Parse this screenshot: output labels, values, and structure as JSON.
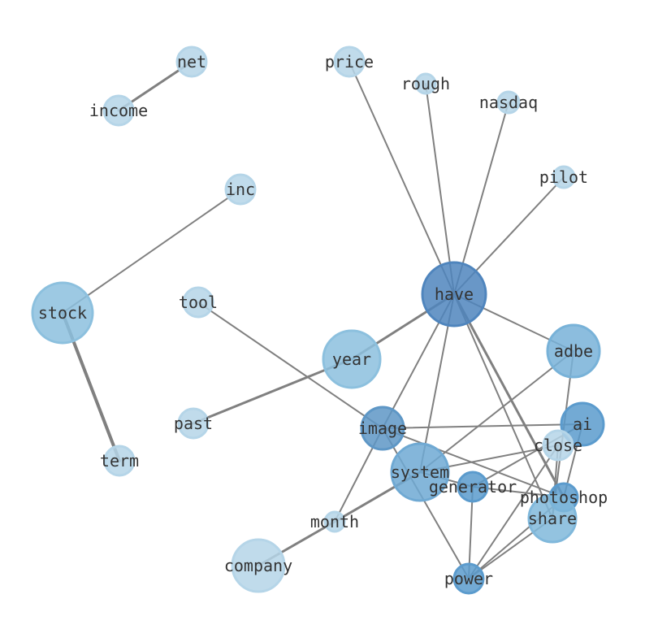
{
  "graph": {
    "nodes": [
      {
        "id": "net",
        "label": "net",
        "color": "#b5d5e8"
      },
      {
        "id": "income",
        "label": "income",
        "color": "#b5d5e8"
      },
      {
        "id": "price",
        "label": "price",
        "color": "#b5d5e8"
      },
      {
        "id": "rough",
        "label": "rough",
        "color": "#b5d5e8"
      },
      {
        "id": "nasdaq",
        "label": "nasdaq",
        "color": "#b5d5e8"
      },
      {
        "id": "pilot",
        "label": "pilot",
        "color": "#b5d5e8"
      },
      {
        "id": "inc",
        "label": "inc",
        "color": "#b5d5e8"
      },
      {
        "id": "stock",
        "label": "stock",
        "color": "#8cc0de"
      },
      {
        "id": "tool",
        "label": "tool",
        "color": "#b5d5e8"
      },
      {
        "id": "have",
        "label": "have",
        "color": "#4f85bd"
      },
      {
        "id": "year",
        "label": "year",
        "color": "#8cc0de"
      },
      {
        "id": "adbe",
        "label": "adbe",
        "color": "#78b2d8"
      },
      {
        "id": "past",
        "label": "past",
        "color": "#b5d5e8"
      },
      {
        "id": "image",
        "label": "image",
        "color": "#5e97c6"
      },
      {
        "id": "ai",
        "label": "ai",
        "color": "#5b9bcd"
      },
      {
        "id": "close",
        "label": "close",
        "color": "#b5d5e8"
      },
      {
        "id": "term",
        "label": "term",
        "color": "#b5d5e8"
      },
      {
        "id": "system",
        "label": "system",
        "color": "#6fa9d3"
      },
      {
        "id": "generator",
        "label": "generator",
        "color": "#5b9bcd"
      },
      {
        "id": "photoshop",
        "label": "photoshop",
        "color": "#5b9bcd"
      },
      {
        "id": "share",
        "label": "share",
        "color": "#80b8db"
      },
      {
        "id": "month",
        "label": "month",
        "color": "#b5d5e8"
      },
      {
        "id": "company",
        "label": "company",
        "color": "#b5d5e8"
      },
      {
        "id": "power",
        "label": "power",
        "color": "#5b9bcd"
      }
    ],
    "edges": [
      {
        "source": "net",
        "target": "income",
        "weight": 3
      },
      {
        "source": "inc",
        "target": "stock",
        "weight": 2
      },
      {
        "source": "stock",
        "target": "term",
        "weight": 4
      },
      {
        "source": "price",
        "target": "have",
        "weight": 2
      },
      {
        "source": "rough",
        "target": "have",
        "weight": 2
      },
      {
        "source": "nasdaq",
        "target": "have",
        "weight": 2
      },
      {
        "source": "pilot",
        "target": "have",
        "weight": 2
      },
      {
        "source": "have",
        "target": "year",
        "weight": 3
      },
      {
        "source": "year",
        "target": "past",
        "weight": 3
      },
      {
        "source": "have",
        "target": "adbe",
        "weight": 2
      },
      {
        "source": "have",
        "target": "image",
        "weight": 2
      },
      {
        "source": "have",
        "target": "system",
        "weight": 2
      },
      {
        "source": "have",
        "target": "photoshop",
        "weight": 3
      },
      {
        "source": "have",
        "target": "share",
        "weight": 2
      },
      {
        "source": "tool",
        "target": "image",
        "weight": 2
      },
      {
        "source": "image",
        "target": "ai",
        "weight": 2
      },
      {
        "source": "image",
        "target": "month",
        "weight": 2
      },
      {
        "source": "image",
        "target": "photoshop",
        "weight": 2
      },
      {
        "source": "image",
        "target": "power",
        "weight": 2
      },
      {
        "source": "adbe",
        "target": "system",
        "weight": 2
      },
      {
        "source": "adbe",
        "target": "share",
        "weight": 2
      },
      {
        "source": "ai",
        "target": "generator",
        "weight": 2
      },
      {
        "source": "ai",
        "target": "photoshop",
        "weight": 2
      },
      {
        "source": "close",
        "target": "system",
        "weight": 2
      },
      {
        "source": "close",
        "target": "power",
        "weight": 2
      },
      {
        "source": "close",
        "target": "share",
        "weight": 2
      },
      {
        "source": "system",
        "target": "generator",
        "weight": 2
      },
      {
        "source": "system",
        "target": "month",
        "weight": 3
      },
      {
        "source": "month",
        "target": "company",
        "weight": 3
      },
      {
        "source": "generator",
        "target": "photoshop",
        "weight": 2
      },
      {
        "source": "generator",
        "target": "power",
        "weight": 2
      },
      {
        "source": "power",
        "target": "share",
        "weight": 2
      },
      {
        "source": "photoshop",
        "target": "power",
        "weight": 2
      }
    ],
    "edge_color": "#808080"
  }
}
